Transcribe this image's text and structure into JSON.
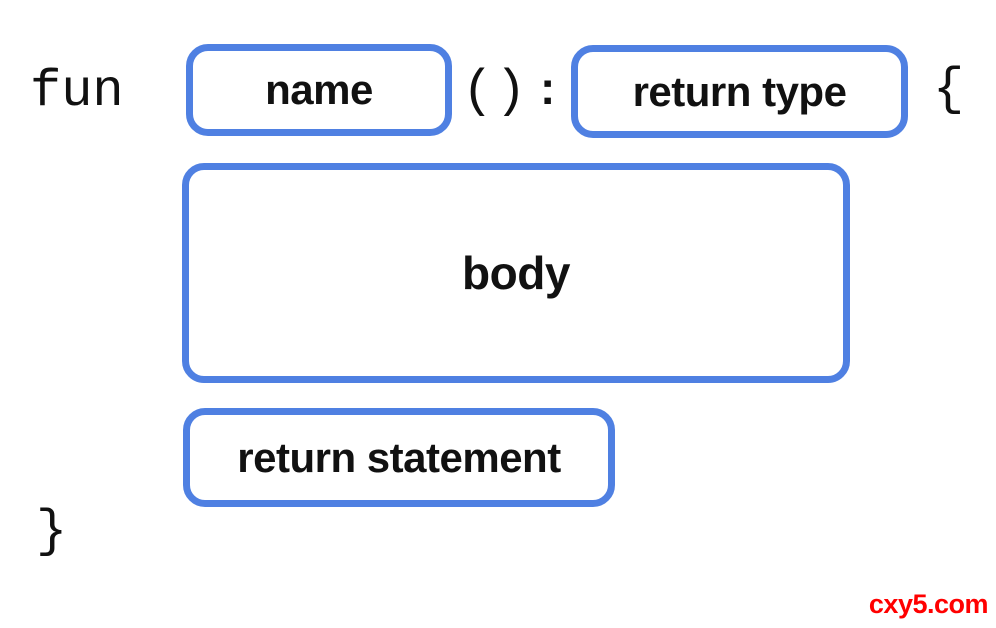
{
  "syntax": {
    "keyword": "fun",
    "parentheses": "()",
    "colon": ":",
    "open_brace": "{",
    "close_brace": "}"
  },
  "boxes": {
    "name": "name",
    "return_type": "return type",
    "body": "body",
    "return_statement": "return statement"
  },
  "colors": {
    "box_border": "#4f80e2",
    "text": "#111111",
    "watermark": "#ff0000",
    "background": "#ffffff"
  },
  "watermark": "cxy5.com"
}
